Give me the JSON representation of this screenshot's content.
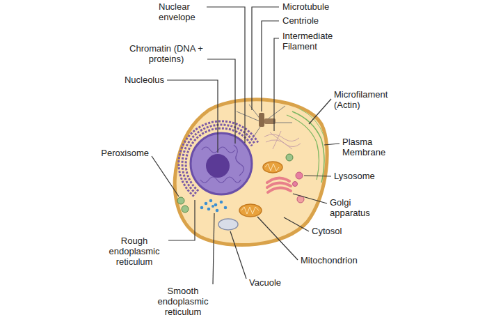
{
  "diagram": {
    "labels": [
      "Nuclear envelope",
      "Microtubule",
      "Centriole",
      "Chromatin (DNA + proteins)",
      "Intermediate Filament",
      "Nucleolus",
      "Microfilament (Actin)",
      "Peroxisome",
      "Plasma Membrane",
      "Lysosome",
      "Golgi apparatus",
      "Cytosol",
      "Rough endoplasmic reticulum",
      "Mitochondrion",
      "Vacuole",
      "Smooth endoplasmic reticulum"
    ]
  }
}
